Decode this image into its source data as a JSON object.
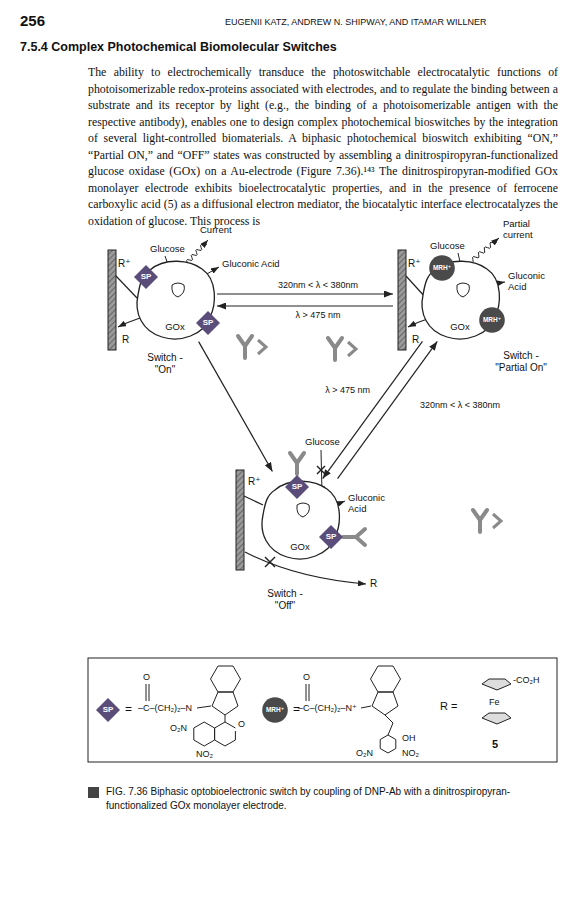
{
  "diagram": {
    "title": "7.5.4 Complex Photochemical Biomolecular Switches",
    "caption": "FIG. 7.36 Biphasic optobioelectronic switch by coupling of DNP-Ab with a dinitrospiropyran-functionalized GOx monolayer electrode.",
    "nodes": [
      {
        "text": [
          "GOx"
        ]
      },
      {
        "text": [
          "SP"
        ],
        "in": 0
      },
      {
        "text": [
          "SP"
        ],
        "in": 0
      },
      {
        "text": [
          "GOx"
        ]
      },
      {
        "text": [
          "MRH⁺"
        ],
        "in": 3
      },
      {
        "text": [
          "MRH⁺"
        ],
        "in": 3
      },
      {
        "text": [
          "GOx"
        ]
      },
      {
        "text": [
          "SP"
        ],
        "in": 6
      },
      {
        "text": [
          "SP"
        ],
        "in": 6
      },
      {
        "text": [
          "SP"
        ]
      },
      {
        "text": [
          "MRH⁺"
        ]
      }
    ],
    "edges": [
      {
        "from": 0,
        "to": 3,
        "label": "320nm < λ < 380nm",
        "arrow": "to"
      },
      {
        "from": 3,
        "to": 0,
        "label": "λ > 475 nm",
        "arrow": "to"
      },
      {
        "from": 0,
        "to": 6,
        "arrow": "to"
      },
      {
        "from": 3,
        "to": 6,
        "label": "λ > 475 nm",
        "arrow": "to"
      },
      {
        "from": 6,
        "to": 3,
        "label": "320nm < λ < 380nm",
        "arrow": "to"
      }
    ],
    "labels": [
      "256",
      "EUGENII KATZ, ANDREW N. SHIPWAY, AND ITAMAR WILLNER",
      "The ability to electrochemically transduce the photoswitchable electrocatalytic functions of photoisomerizable redox-proteins associated with electrodes, and to regulate the binding between a substrate and its receptor by light (e.g., the binding of a photoisomerizable antigen with the respective antibody), enables one to design complex photochemical bioswitches by the integration of several light-controlled biomaterials. A biphasic photochemical bioswitch exhibiting “ON,” “Partial ON,” and “OFF” states was constructed by assembling a dinitrospiropyran-functionalized glucose oxidase (GOx) on a Au-electrode (Figure 7.36).¹⁴³ The dinitrospiropyran-modified GOx monolayer electrode exhibits bioelectrocatalytic properties, and in the presence of ferrocene carboxylic acid (5) as a diffusional electron mediator, the biocatalytic interface electrocatalyzes the oxidation of glucose. This process is",
      "Current",
      "Glucose",
      "Gluconic Acid",
      "R⁺",
      "R",
      "Switch - \"On\"",
      "Partial current",
      "Glucose",
      "Gluconic Acid",
      "R⁺",
      "R",
      "Switch - \"Partial On\"",
      "Glucose",
      "Gluconic Acid",
      "R⁺",
      "R",
      "Switch - \"Off\"",
      "=",
      "O",
      "–C–(CH₂)₂–N",
      "O",
      "O₂N",
      "NO₂",
      "=",
      "O",
      "–C–(CH₂)₂–N⁺",
      "OH",
      "O₂N",
      "NO₂",
      "R =",
      "-CO₂H",
      "Fe",
      "5"
    ]
  }
}
